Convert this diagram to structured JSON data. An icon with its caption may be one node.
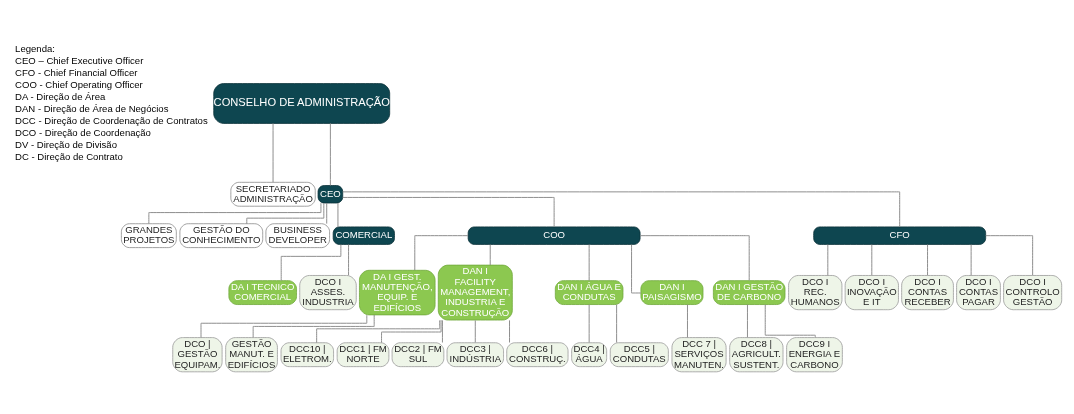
{
  "diagram": {
    "nodes": [
      {
        "text": [
          "CONSELHO DE ADMINISTRAÇÃO"
        ]
      },
      {
        "text": [
          "SECRETARIADO ADMINISTRAÇÃO"
        ]
      },
      {
        "text": [
          "CEO"
        ]
      },
      {
        "text": [
          "GRANDES PROJETOS"
        ]
      },
      {
        "text": [
          "GESTÃO DO CONHECIMENTO"
        ]
      },
      {
        "text": [
          "BUSINESS DEVELOPER"
        ]
      },
      {
        "text": [
          "COMERCIAL"
        ]
      },
      {
        "text": [
          "COO"
        ]
      },
      {
        "text": [
          "CFO"
        ]
      },
      {
        "text": [
          "DA I TECNICO COMERCIAL"
        ]
      },
      {
        "text": [
          "DA I GEST. MANUTENÇÃO, EQUIP. E EDIFÍCIOS"
        ]
      },
      {
        "text": [
          "DAN I FACILITY MANAGEMENT, INDUSTRIA E CONSTRUÇÃO"
        ]
      },
      {
        "text": [
          "DAN I ÁGUA E CONDUTAS"
        ]
      },
      {
        "text": [
          "DAN I PAISAGISMO"
        ]
      },
      {
        "text": [
          "DAN I GESTÃO DE CARBONO"
        ]
      },
      {
        "text": [
          "DCO I ASSES. INDUSTRIA"
        ]
      },
      {
        "text": [
          "DCO | GESTÃO EQUIPAM."
        ]
      },
      {
        "text": [
          "GESTÃO MANUT. E EDIFÍCIOS"
        ]
      },
      {
        "text": [
          "DCC10 | ELETROM."
        ]
      },
      {
        "text": [
          "DCC1 | FM NORTE"
        ]
      },
      {
        "text": [
          "DCC2 | FM SUL"
        ]
      },
      {
        "text": [
          "DCC3 | INDÚSTRIA"
        ]
      },
      {
        "text": [
          "DCC6 | CONSTRUÇ."
        ]
      },
      {
        "text": [
          "DCC4 | ÁGUA"
        ]
      },
      {
        "text": [
          "DCC5 | CONDUTAS"
        ]
      },
      {
        "text": [
          "DCC 7 | SERVIÇOS MANUTEN."
        ]
      },
      {
        "text": [
          "DCC8 | AGRICULT. SUSTENT."
        ]
      },
      {
        "text": [
          "DCC9 I ENERGIA E CARBONO"
        ]
      },
      {
        "text": [
          "DCO I REC. HUMANOS"
        ]
      },
      {
        "text": [
          "DCO I INOVAÇÃO E IT"
        ]
      },
      {
        "text": [
          "DCO I CONTAS RECEBER"
        ]
      },
      {
        "text": [
          "DCO I CONTAS PAGAR"
        ]
      },
      {
        "text": [
          "DCO I CONTROLO GESTÃO"
        ]
      }
    ],
    "edges": [
      {
        "from": 0,
        "to": 1,
        "arrow": "none"
      },
      {
        "from": 0,
        "to": 2,
        "arrow": "none"
      },
      {
        "from": 2,
        "to": 3,
        "arrow": "none"
      },
      {
        "from": 2,
        "to": 4,
        "arrow": "none"
      },
      {
        "from": 2,
        "to": 5,
        "arrow": "none"
      },
      {
        "from": 2,
        "to": 6,
        "arrow": "none"
      },
      {
        "from": 2,
        "to": 7,
        "arrow": "none"
      },
      {
        "from": 2,
        "to": 8,
        "arrow": "none"
      },
      {
        "from": 6,
        "to": 15,
        "arrow": "none"
      },
      {
        "from": 6,
        "to": 9,
        "arrow": "none"
      },
      {
        "from": 7,
        "to": 10,
        "arrow": "none"
      },
      {
        "from": 7,
        "to": 11,
        "arrow": "none"
      },
      {
        "from": 7,
        "to": 12,
        "arrow": "none"
      },
      {
        "from": 7,
        "to": 13,
        "arrow": "none"
      },
      {
        "from": 7,
        "to": 14,
        "arrow": "none"
      },
      {
        "from": 10,
        "to": 16,
        "arrow": "none"
      },
      {
        "from": 10,
        "to": 17,
        "arrow": "none"
      },
      {
        "from": 11,
        "to": 18,
        "arrow": "none"
      },
      {
        "from": 11,
        "to": 19,
        "arrow": "none"
      },
      {
        "from": 11,
        "to": 20,
        "arrow": "none"
      },
      {
        "from": 11,
        "to": 21,
        "arrow": "none"
      },
      {
        "from": 11,
        "to": 22,
        "arrow": "none"
      },
      {
        "from": 12,
        "to": 23,
        "arrow": "none"
      },
      {
        "from": 12,
        "to": 24,
        "arrow": "none"
      },
      {
        "from": 13,
        "to": 25,
        "arrow": "none"
      },
      {
        "from": 14,
        "to": 26,
        "arrow": "none"
      },
      {
        "from": 14,
        "to": 27,
        "arrow": "none"
      },
      {
        "from": 8,
        "to": 28,
        "arrow": "none"
      },
      {
        "from": 8,
        "to": 29,
        "arrow": "none"
      },
      {
        "from": 8,
        "to": 30,
        "arrow": "none"
      },
      {
        "from": 8,
        "to": 31,
        "arrow": "none"
      },
      {
        "from": 8,
        "to": 32,
        "arrow": "none"
      }
    ],
    "labels": [
      "Legenda:",
      "CEO – Chief Executive Officer",
      "CFO - Chief Financial Officer",
      "COO - Chief Operating Officer",
      "DA - Direção de Área",
      "DAN - Direção de Área de Negócios",
      "DCC - Direção de Coordenação de Contratos",
      "DCO - Direção de Coordenação",
      "DV - Direção de Divisão",
      "DC - Direção de Contrato"
    ]
  }
}
